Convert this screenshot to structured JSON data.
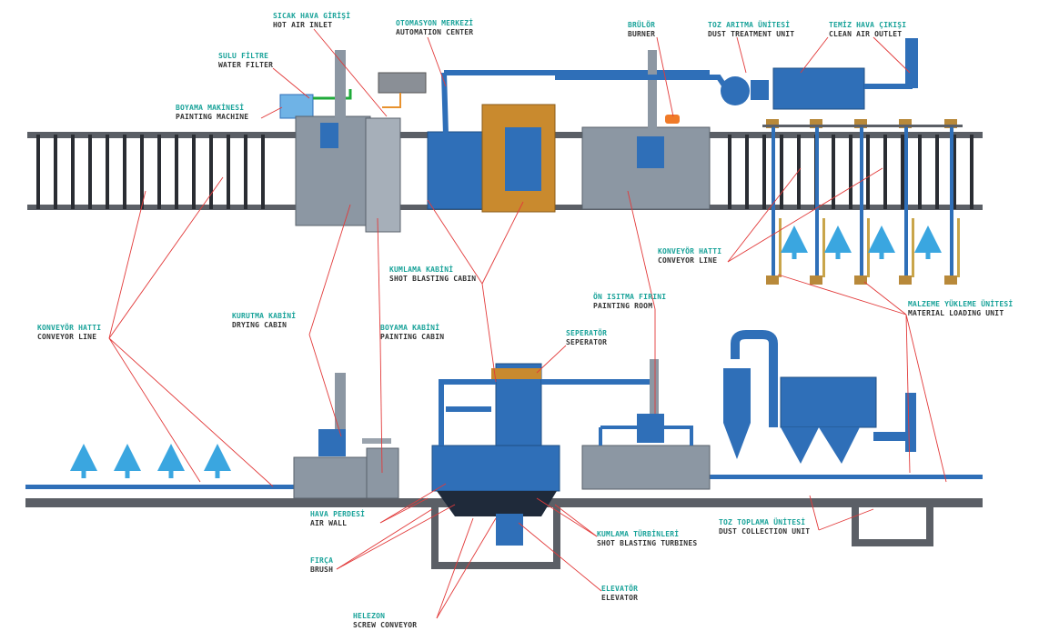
{
  "colors": {
    "label_tr": "#1aa39a",
    "label_en": "#333333",
    "leader": "#e23a3a",
    "machine_blue": "#2f6fb8",
    "cabin_gray": "#8c97a3",
    "blast_orange": "#c98a2e",
    "arrow": "#3aa6e0",
    "steel": "#5b5f66"
  },
  "labels": {
    "hot_air_inlet": {
      "tr": "SICAK HAVA GİRİŞİ",
      "en": "HOT AIR INLET"
    },
    "automation": {
      "tr": "OTOMASYON MERKEZİ",
      "en": "AUTOMATION CENTER"
    },
    "burner": {
      "tr": "BRÜLÖR",
      "en": "BURNER"
    },
    "dust_treatment": {
      "tr": "TOZ ARITMA ÜNİTESİ",
      "en": "DUST TREATMENT UNIT"
    },
    "clean_air": {
      "tr": "TEMİZ HAVA ÇIKIŞI",
      "en": "CLEAN AIR OUTLET"
    },
    "water_filter": {
      "tr": "SULU FİLTRE",
      "en": "WATER FILTER"
    },
    "painting_machine": {
      "tr": "BOYAMA MAKİNESİ",
      "en": "PAINTING MACHINE"
    },
    "conveyor_line_right": {
      "tr": "KONVEYÖR HATTI",
      "en": "CONVEYOR LINE"
    },
    "shot_blasting_cabin": {
      "tr": "KUMLAMA KABİNİ",
      "en": "SHOT BLASTING CABIN"
    },
    "painting_room": {
      "tr": "ÖN ISITMA FIRINI",
      "en": "PAINTING ROOM"
    },
    "material_loading": {
      "tr": "MALZEME YÜKLEME ÜNİTESİ",
      "en": "MATERIAL LOADING UNIT"
    },
    "drying_cabin": {
      "tr": "KURUTMA KABİNİ",
      "en": "DRYING CABIN"
    },
    "painting_cabin": {
      "tr": "BOYAMA KABİNİ",
      "en": "PAINTING CABIN"
    },
    "separator": {
      "tr": "SEPERATÖR",
      "en": "SEPERATOR"
    },
    "conveyor_line_left": {
      "tr": "KONVEYÖR HATTI",
      "en": "CONVEYOR LINE"
    },
    "air_wall": {
      "tr": "HAVA PERDESİ",
      "en": "AIR WALL"
    },
    "brush": {
      "tr": "FIRÇA",
      "en": "BRUSH"
    },
    "screw_conveyor": {
      "tr": "HELEZON",
      "en": "SCREW CONVEYOR"
    },
    "turbines": {
      "tr": "KUMLAMA TÜRBİNLERİ",
      "en": "SHOT BLASTING TURBINES"
    },
    "elevator": {
      "tr": "ELEVATÖR",
      "en": "ELEVATOR"
    },
    "dust_collection": {
      "tr": "TOZ TOPLAMA ÜNİTESİ",
      "en": "DUST COLLECTION UNIT"
    }
  }
}
